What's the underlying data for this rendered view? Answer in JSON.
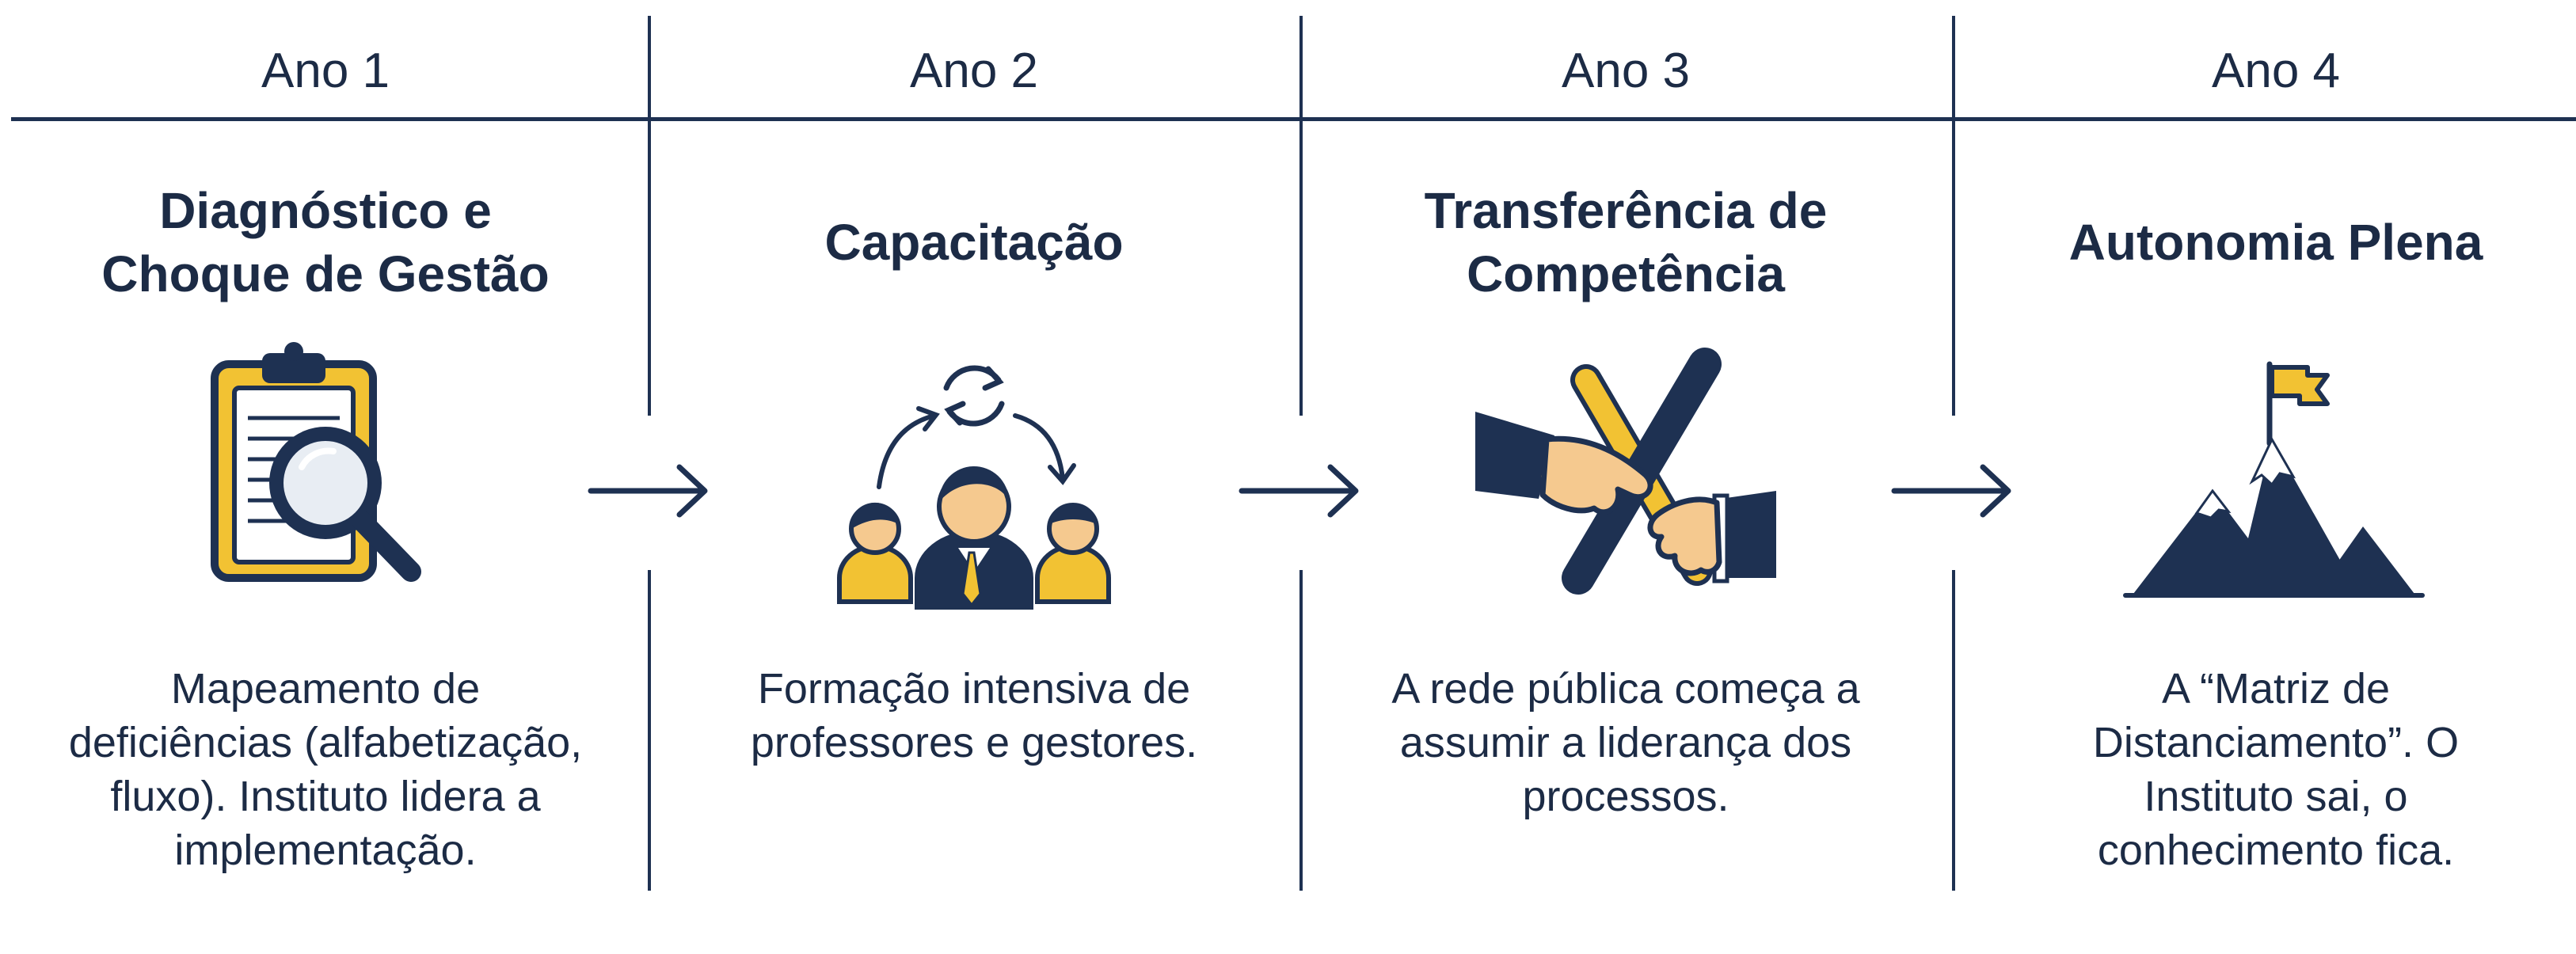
{
  "stages": [
    {
      "year": "Ano 1",
      "title": [
        "Diagnóstico e",
        "Choque de Gestão"
      ],
      "icon": "clipboard-magnifier-icon",
      "description": [
        "Mapeamento de",
        "deficiências (alfabetização,",
        "fluxo). Instituto lidera a",
        "implementação."
      ]
    },
    {
      "year": "Ano 2",
      "title": [
        "Capacitação"
      ],
      "icon": "team-training-icon",
      "description": [
        "Formação intensiva de",
        "professores e gestores."
      ]
    },
    {
      "year": "Ano 3",
      "title": [
        "Transferência de",
        "Competência"
      ],
      "icon": "baton-handoff-icon",
      "description": [
        "A rede pública começa a",
        "assumir a liderança dos",
        "processos."
      ]
    },
    {
      "year": "Ano 4",
      "title": [
        "Autonomia Plena"
      ],
      "icon": "mountain-flag-icon",
      "description": [
        "A “Matriz de",
        "Distanciamento”. O",
        "Instituto sai, o",
        "conhecimento fica."
      ]
    }
  ],
  "colors": {
    "navy": "#1e3152",
    "gold": "#f2c233",
    "skin": "#f5c98f",
    "background": "#ffffff"
  }
}
